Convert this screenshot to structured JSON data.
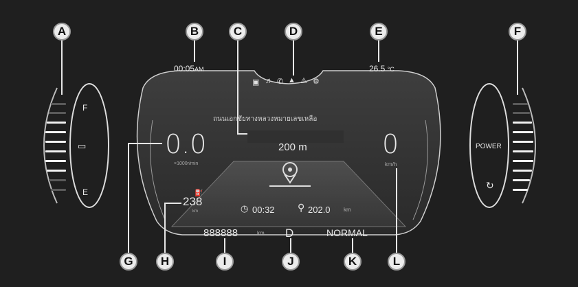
{
  "callouts": [
    "A",
    "B",
    "C",
    "D",
    "E",
    "F",
    "G",
    "H",
    "I",
    "J",
    "K",
    "L"
  ],
  "clock": {
    "time": "00:05",
    "ampm": "AM"
  },
  "temperature": {
    "value": "26.5",
    "unit": "°C"
  },
  "status_icons": [
    "car-icon",
    "music-icon",
    "phone-icon",
    "navigation-icon",
    "warning-icon",
    "settings-icon"
  ],
  "nav": {
    "road_name": "ถนนเอกชัยทางหลวงหมายเลขเหลือ",
    "distance": "200 m",
    "trip_time": "00:32",
    "trip_distance": "202.0",
    "trip_distance_unit": "km"
  },
  "left_meter": {
    "value": "0.0",
    "unit": "×1000r/min",
    "top_label": "F",
    "bottom_label": "E"
  },
  "right_meter": {
    "value": "0",
    "unit": "km/h",
    "power_label": "POWER"
  },
  "range": {
    "value": "238",
    "unit": "km"
  },
  "odometer": {
    "value": "888888",
    "unit": "km"
  },
  "gear": "D",
  "drive_mode": "NORMAL",
  "colors": {
    "background": "#1f1f1f",
    "bar": "#f1f1f1",
    "dim_bar": "#5a5a5a"
  }
}
